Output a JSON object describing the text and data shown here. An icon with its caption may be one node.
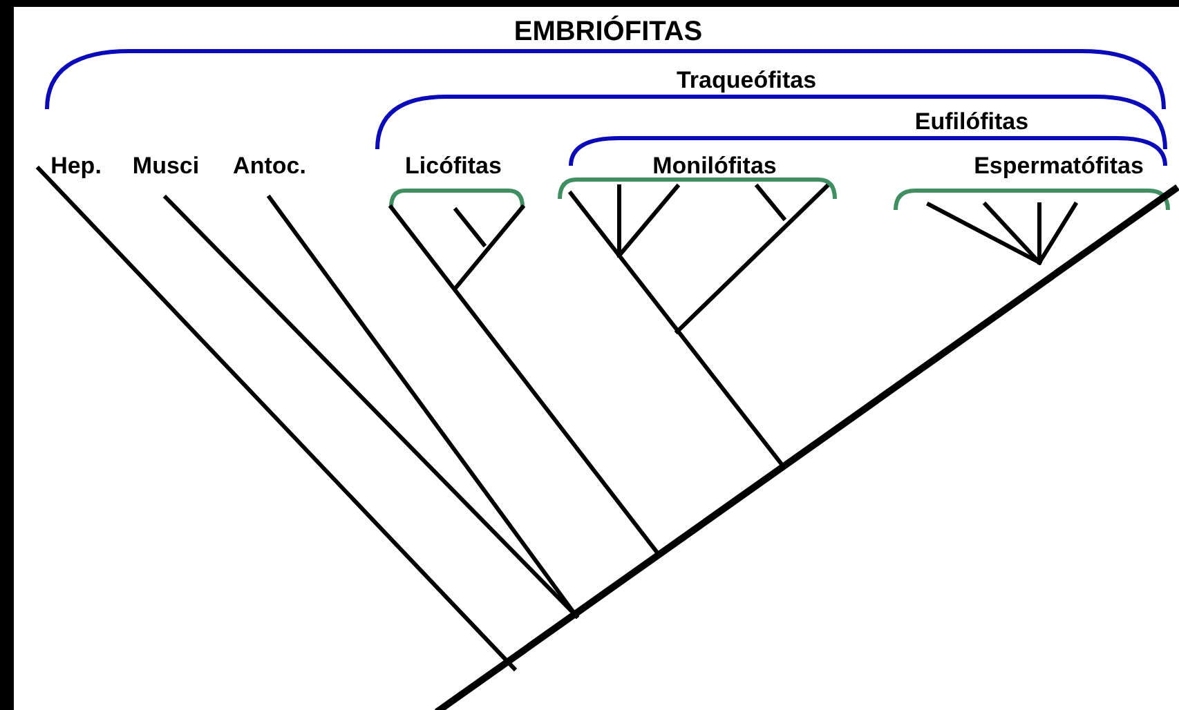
{
  "diagram": {
    "title": "EMBRIÓFITAS",
    "labels": [
      "Traqueófitas",
      "Eufilófitas",
      "Hep.",
      "Musci",
      "Antoc.",
      "Licófitas",
      "Monilófitas",
      "Espermatófitas"
    ]
  }
}
